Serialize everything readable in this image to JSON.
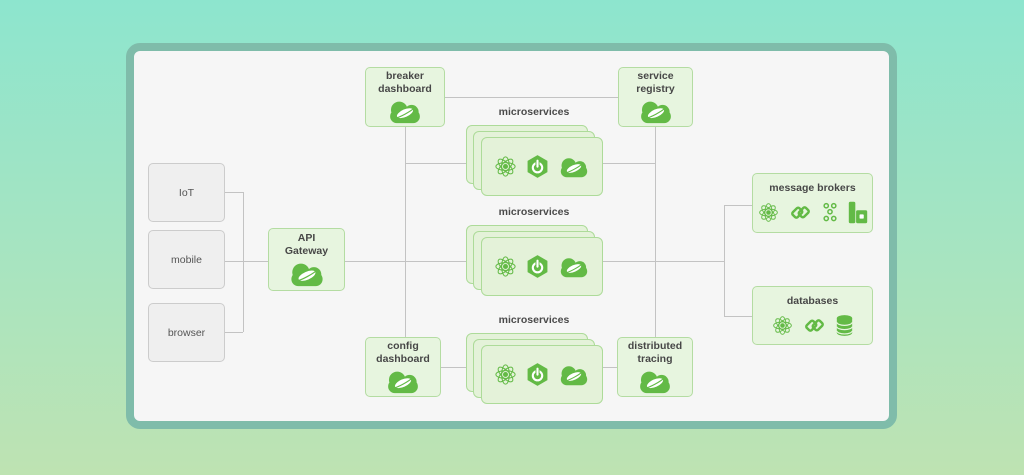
{
  "title": "spring cloud microservices architecture diagram",
  "colors": {
    "accent_green": "#63ba46",
    "node_fill": "#e7f5df",
    "node_border": "#b4dca2",
    "card_fill": "#e4f2d9",
    "gray_fill": "#efefef",
    "connector": "#c3c3c3",
    "frame_border": "#7fbcaa",
    "panel_bg": "#f6f6f6",
    "bg_top": "#8de5ce",
    "bg_bottom": "#bee3b2"
  },
  "clients": [
    {
      "label": "IoT"
    },
    {
      "label": "mobile"
    },
    {
      "label": "browser"
    }
  ],
  "gateway": {
    "line1": "API",
    "line2": "Gateway",
    "icon": "spring-cloud-icon"
  },
  "nodes": {
    "breaker": {
      "line1": "breaker",
      "line2": "dashboard",
      "icon": "spring-cloud-icon"
    },
    "registry": {
      "line1": "service",
      "line2": "registry",
      "icon": "spring-cloud-icon"
    },
    "config": {
      "line1": "config",
      "line2": "dashboard",
      "icon": "spring-cloud-icon"
    },
    "tracing": {
      "line1": "distributed",
      "line2": "tracing",
      "icon": "spring-cloud-icon"
    }
  },
  "stacks": [
    {
      "label": "microservices",
      "card_count": 3,
      "card_icons": [
        "atom-icon",
        "spring-boot-icon",
        "spring-cloud-icon"
      ]
    },
    {
      "label": "microservices",
      "card_count": 3,
      "card_icons": [
        "atom-icon",
        "spring-boot-icon",
        "spring-cloud-icon"
      ]
    },
    {
      "label": "microservices",
      "card_count": 3,
      "card_icons": [
        "atom-icon",
        "spring-boot-icon",
        "spring-cloud-icon"
      ]
    }
  ],
  "brokers": {
    "label": "message brokers",
    "icons": [
      "atom-icon",
      "link-icon",
      "molecule-icon",
      "rabbitmq-icon"
    ]
  },
  "databases": {
    "label": "databases",
    "icons": [
      "atom-icon",
      "link-icon",
      "database-icon"
    ]
  }
}
